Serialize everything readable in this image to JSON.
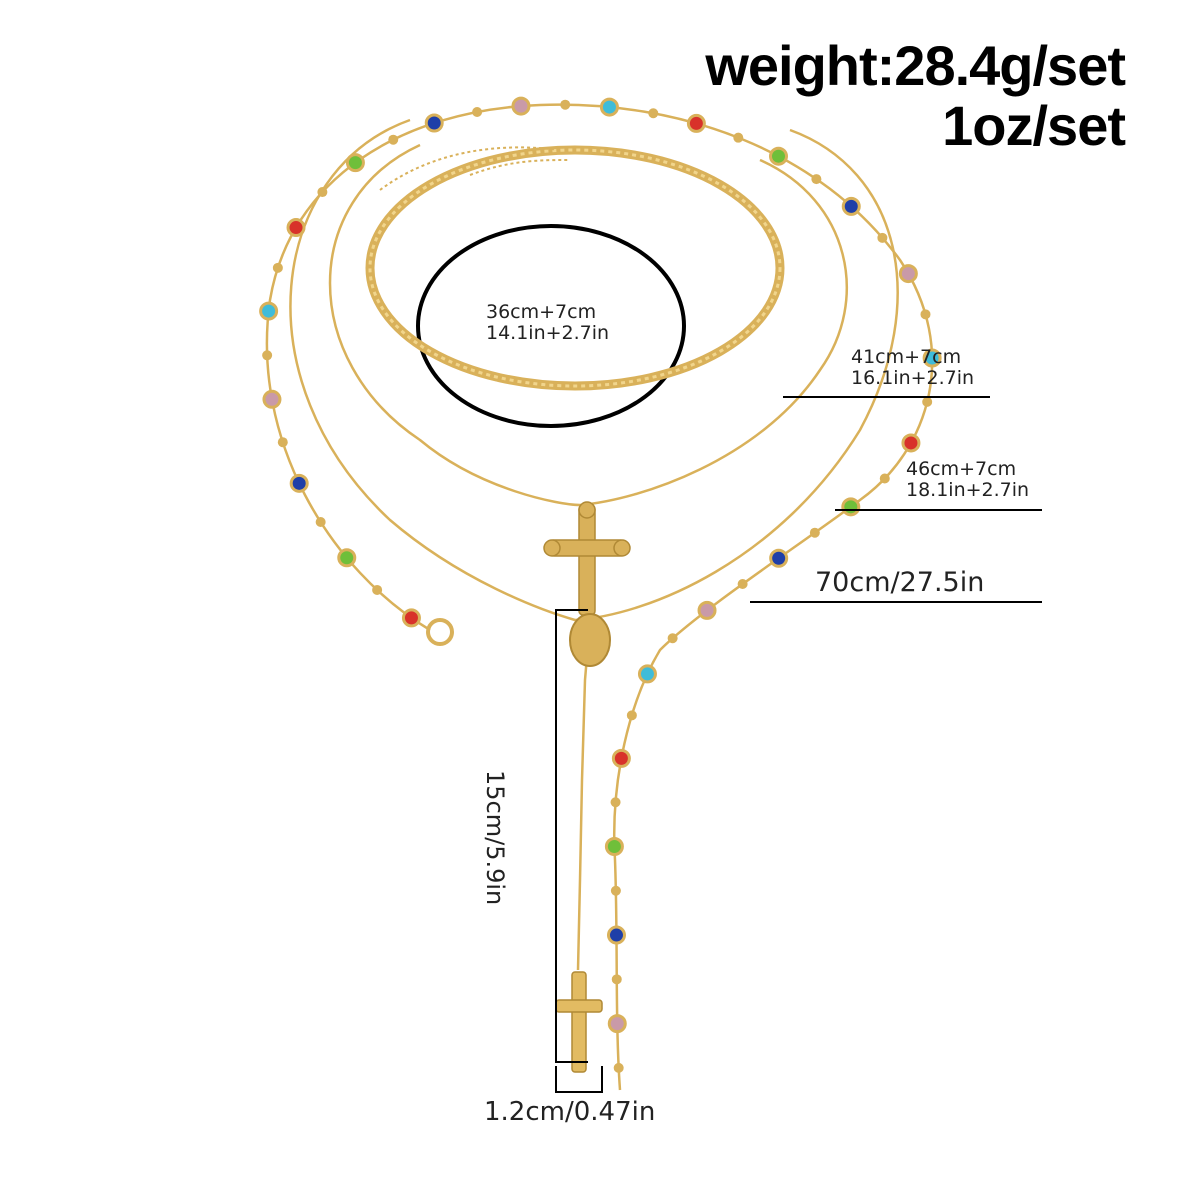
{
  "specs": {
    "weight": "weight:28.4g/set",
    "weight_oz": "1oz/set"
  },
  "measurements": {
    "choker": {
      "line1": "36cm+7cm",
      "line2": "14.1in+2.7in"
    },
    "second": {
      "line1": "41cm+7cm",
      "line2": "16.1in+2.7in"
    },
    "third": {
      "line1": "46cm+7cm",
      "line2": "18.1in+2.7in"
    },
    "rosary": "70cm/27.5in",
    "drop": "15cm/5.9in",
    "cross_width": "1.2cm/0.47in"
  },
  "colors": {
    "gold": "#d9b15a",
    "gem_red": "#d8322a",
    "gem_blue": "#1f3fa8",
    "gem_green": "#6fbf3a",
    "gem_cyan": "#3fbcd9",
    "gem_pink": "#c99aa8"
  }
}
